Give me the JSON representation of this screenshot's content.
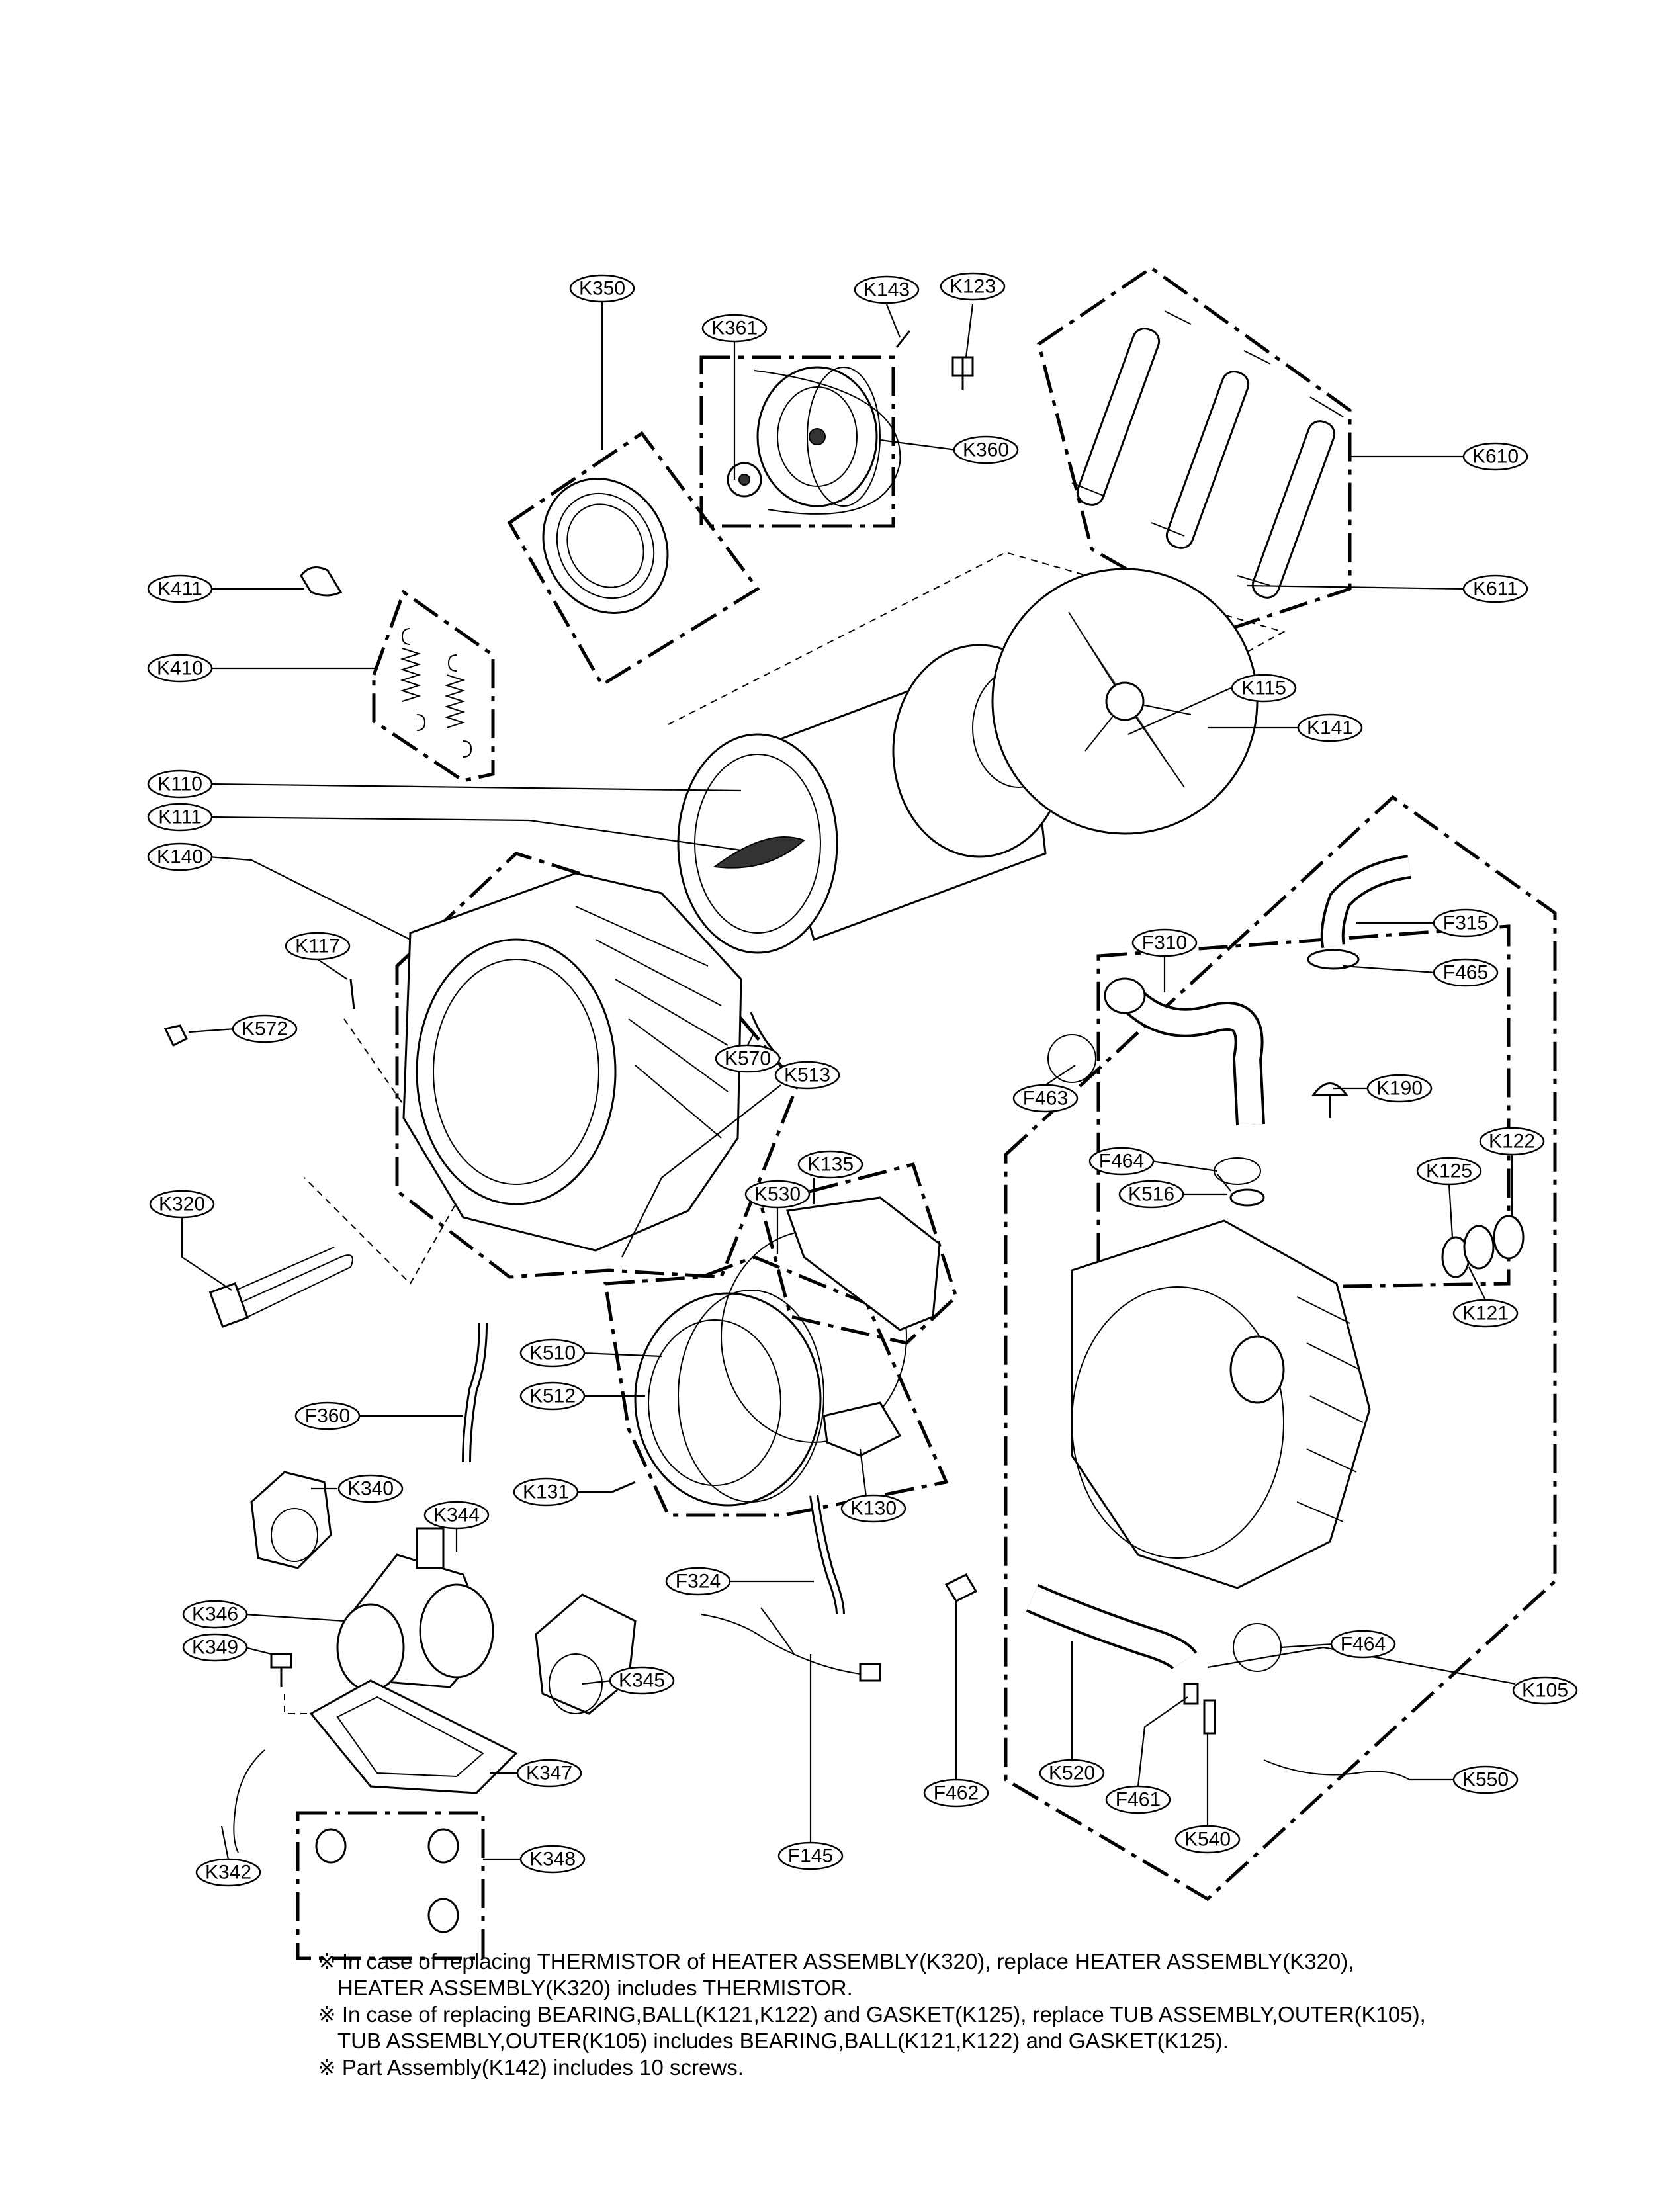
{
  "labels": {
    "K350": "K350",
    "K361": "K361",
    "K143": "K143",
    "K123": "K123",
    "K360": "K360",
    "K610": "K610",
    "K611": "K611",
    "K411": "K411",
    "K410": "K410",
    "K115": "K115",
    "K141": "K141",
    "K110": "K110",
    "K111": "K111",
    "K140": "K140",
    "K117": "K117",
    "K572": "K572",
    "K570": "K570",
    "K513": "K513",
    "K320": "K320",
    "K530": "K530",
    "K135": "K135",
    "K510": "K510",
    "K512": "K512",
    "F360": "F360",
    "K131": "K131",
    "K130": "K130",
    "K340": "K340",
    "K344": "K344",
    "K346": "K346",
    "K349": "K349",
    "K345": "K345",
    "K347": "K347",
    "K342": "K342",
    "K348": "K348",
    "F324": "F324",
    "F145": "F145",
    "F462": "F462",
    "F315": "F315",
    "F310": "F310",
    "F465": "F465",
    "K190": "K190",
    "F463": "F463",
    "F464a": "F464",
    "K516": "K516",
    "K125": "K125",
    "K122": "K122",
    "K121": "K121",
    "F464b": "F464",
    "K105": "K105",
    "K520": "K520",
    "F461": "F461",
    "K540": "K540",
    "K550": "K550"
  },
  "notes": [
    "※ In case of replacing THERMISTOR of HEATER ASSEMBLY(K320), replace HEATER ASSEMBLY(K320),",
    "HEATER ASSEMBLY(K320) includes THERMISTOR.",
    "※ In case of replacing BEARING,BALL(K121,K122) and GASKET(K125), replace TUB ASSEMBLY,OUTER(K105),",
    "TUB ASSEMBLY,OUTER(K105) includes BEARING,BALL(K121,K122) and GASKET(K125).",
    "※ Part Assembly(K142) includes 10 screws."
  ]
}
